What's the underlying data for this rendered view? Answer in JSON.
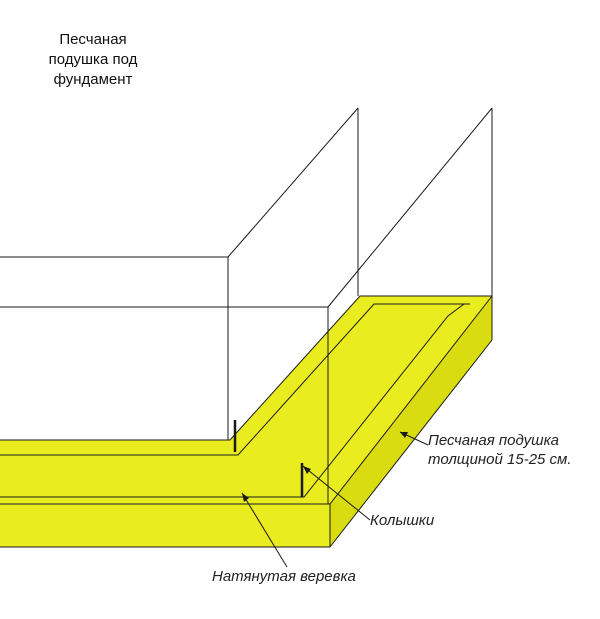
{
  "title": {
    "lines": [
      "Песчаная",
      "подушка под",
      "фундамент"
    ]
  },
  "labels": {
    "sand_cushion": {
      "lines": [
        "Песчаная подушка",
        "толщиной 15-25 см."
      ]
    },
    "stakes": "Колышки",
    "rope": "Натянутая веревка"
  },
  "colors": {
    "sand": "#e9ed1f",
    "sand_shadow": "#d8dc10",
    "line": "#1a1a1a",
    "background": "#ffffff"
  }
}
